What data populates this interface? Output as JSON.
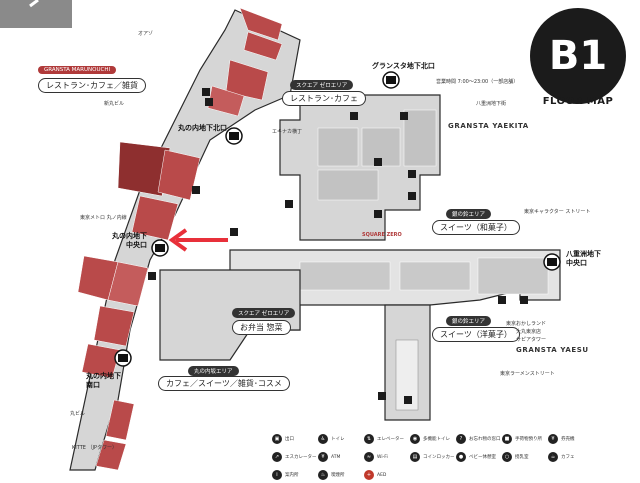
{
  "floor": {
    "badge": "B1",
    "title": "FLOOR MAP"
  },
  "areas": {
    "granstra_marunouchi": "GRANSTA MARUNOUCHI",
    "restaurant_cafe_goods": "レストラン･カフェ／雑貨",
    "square_zero_restaurant_caption": "スクエア ゼロエリア",
    "square_zero_restaurant": "レストラン･カフェ",
    "square_zero_bento_caption": "スクエア ゼロエリア",
    "bento": "お弁当 惣菜",
    "marunouchi_area_caption": "丸の内坂エリア",
    "cafe_sweets_goods_cosme": "カフェ／スイーツ／雑貨･コスメ",
    "suzu_area_caption_1": "銀の鈴エリア",
    "sweets_wagashi": "スイーツ（和菓子）",
    "suzu_area_caption_2": "銀の鈴エリア",
    "sweets_yogashi": "スイーツ（洋菓子）",
    "ekinaka_yokocho": "エキナカ横丁",
    "square_zero_logo": "SQUARE ZERO"
  },
  "exits": {
    "marunouchi_north": "丸の内地下北口",
    "marunouchi_central": [
      "丸の内地下",
      "中央口"
    ],
    "marunouchi_south": [
      "丸の内地下",
      "南口"
    ],
    "gransta_north": "グランスタ地下北口",
    "yaesu_central": [
      "八重洲地下",
      "中央口"
    ]
  },
  "brands": {
    "gransta_yaekita": "GRANSTA YAEKITA",
    "gransta_yaesu": "GRANSTA YAESU"
  },
  "side_notes": {
    "oazo": "オアゾ",
    "shin_maru_bldg": "新丸ビル",
    "tokyo_metro": "東京メトロ 丸ノ内線",
    "maru_bldg": "丸ビル",
    "kitte": "KITTE （JPタワー）",
    "tokyo_character_street": "東京キャラクター ストリート",
    "tokyo_okashi_land": "東京おかしランド",
    "daimaru": "大丸東京店",
    "yaesu_chika": "八重洲地下街",
    "sapukawa": "サピアタワー",
    "ramen_street": "東京ラーメンストリート",
    "hours_note": "営業時間 7:00～23:00（一部店舗）"
  },
  "legend": [
    {
      "icon": "train-exit-icon",
      "label": "出口"
    },
    {
      "icon": "toilet-icon",
      "label": "トイレ"
    },
    {
      "icon": "elevator-icon",
      "label": "エレベーター"
    },
    {
      "icon": "multipurpose-toilet-icon",
      "label": "多機能トイレ"
    },
    {
      "icon": "lost-found-icon",
      "label": "お忘れ物の窓口"
    },
    {
      "icon": "baggage-icon",
      "label": "手荷物預り所"
    },
    {
      "icon": "ticket-icon",
      "label": "券売機"
    },
    {
      "icon": "escalator-icon",
      "label": "エスカレーター"
    },
    {
      "icon": "atm-icon",
      "label": "ATM"
    },
    {
      "icon": "wifi-icon",
      "label": "Wi-Fi"
    },
    {
      "icon": "coin-locker-icon",
      "label": "コインロッカー"
    },
    {
      "icon": "baby-icon",
      "label": "ベビー休憩室"
    },
    {
      "icon": "nursing-icon",
      "label": "授乳室"
    },
    {
      "icon": "cafe-icon",
      "label": "カフェ"
    },
    {
      "icon": "info-icon",
      "label": "案内所"
    },
    {
      "icon": "smoking-icon",
      "label": "喫煙所"
    },
    {
      "icon": "aed-icon",
      "label": "AED"
    }
  ],
  "colors": {
    "map_gray": "#d3d3d3",
    "shop_red": "#b94a4a",
    "shop_red_dark": "#8e2f2f",
    "outline": "#2a2a2a",
    "arrow": "#e8303a"
  }
}
